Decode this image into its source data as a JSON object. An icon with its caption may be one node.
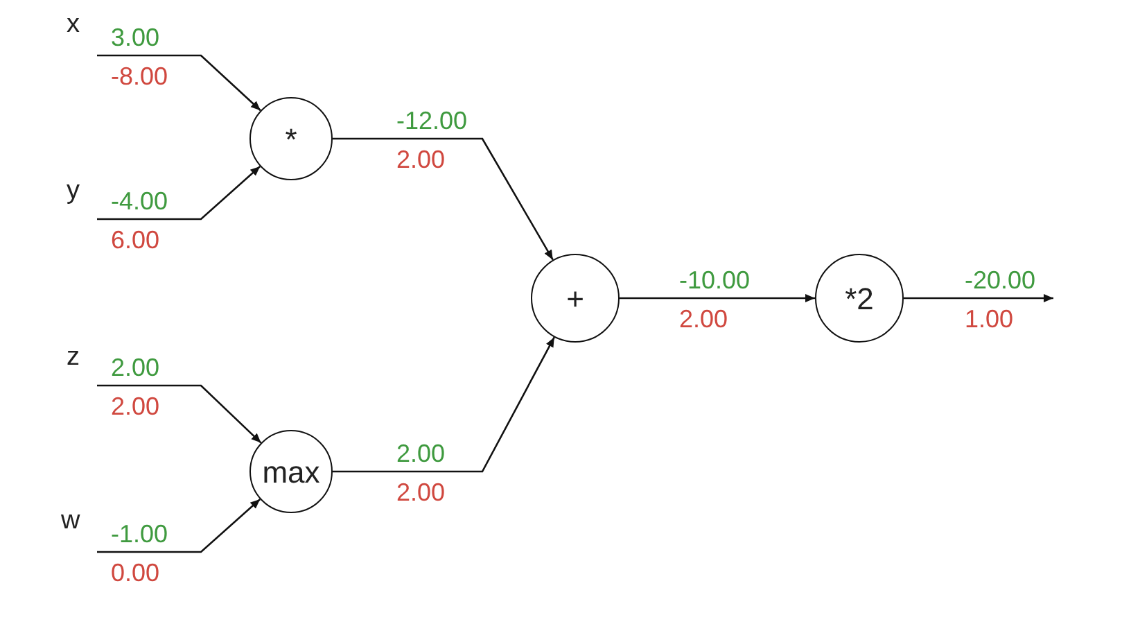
{
  "diagram": {
    "nodes": [
      {
        "text": [
          "x"
        ]
      },
      {
        "text": [
          "y"
        ]
      },
      {
        "text": [
          "z"
        ]
      },
      {
        "text": [
          "w"
        ]
      },
      {
        "text": [
          "*"
        ]
      },
      {
        "text": [
          "max"
        ]
      },
      {
        "text": [
          "+"
        ]
      },
      {
        "text": [
          "*2"
        ]
      }
    ],
    "edges": [
      {
        "from": 0,
        "to": 4,
        "arrow": "to",
        "label": "3.00"
      },
      {
        "from": 1,
        "to": 4,
        "arrow": "to",
        "label": "-4.00"
      },
      {
        "from": 2,
        "to": 5,
        "arrow": "to",
        "label": "2.00"
      },
      {
        "from": 3,
        "to": 5,
        "arrow": "to",
        "label": "-1.00"
      },
      {
        "from": 4,
        "to": 6,
        "arrow": "to",
        "label": "-12.00"
      },
      {
        "from": 5,
        "to": 6,
        "arrow": "to",
        "label": "2.00"
      },
      {
        "from": 6,
        "to": 7,
        "arrow": "to",
        "label": "-10.00"
      },
      {
        "from": 7,
        "to": null,
        "arrow": "to",
        "label": "-20.00"
      }
    ],
    "labels": [
      "-8.00",
      "6.00",
      "2.00",
      "0.00",
      "2.00",
      "2.00",
      "2.00",
      "1.00"
    ]
  }
}
